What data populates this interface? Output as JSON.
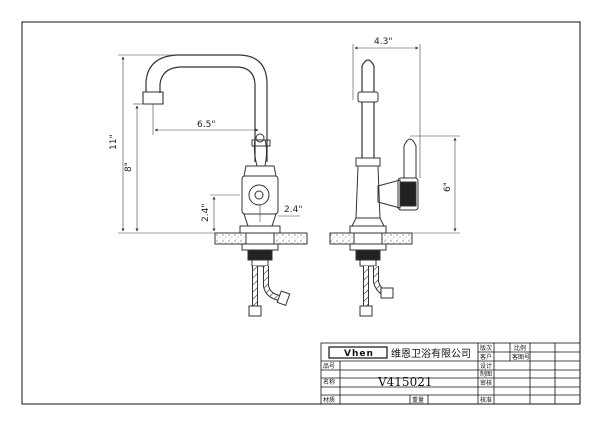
{
  "dimensions": {
    "spout_reach": "6.5\"",
    "total_height": "11\"",
    "spout_height": "8\"",
    "side_depth": "2.4\"",
    "side_offset": "2.4\"",
    "body_width": "4.3\"",
    "handle_height": "6\""
  },
  "title_block": {
    "brand": "Vhen",
    "company": "维恩卫浴有限公司",
    "model": "V415021",
    "labels": {
      "item_no": "品号",
      "name": "名称",
      "material": "材质",
      "weight": "重量",
      "version": "版次",
      "customer": "客户",
      "design": "设计",
      "drafting": "制图",
      "review": "审核",
      "approval": "核准",
      "scale": "比例",
      "client_item": "客图号"
    }
  }
}
